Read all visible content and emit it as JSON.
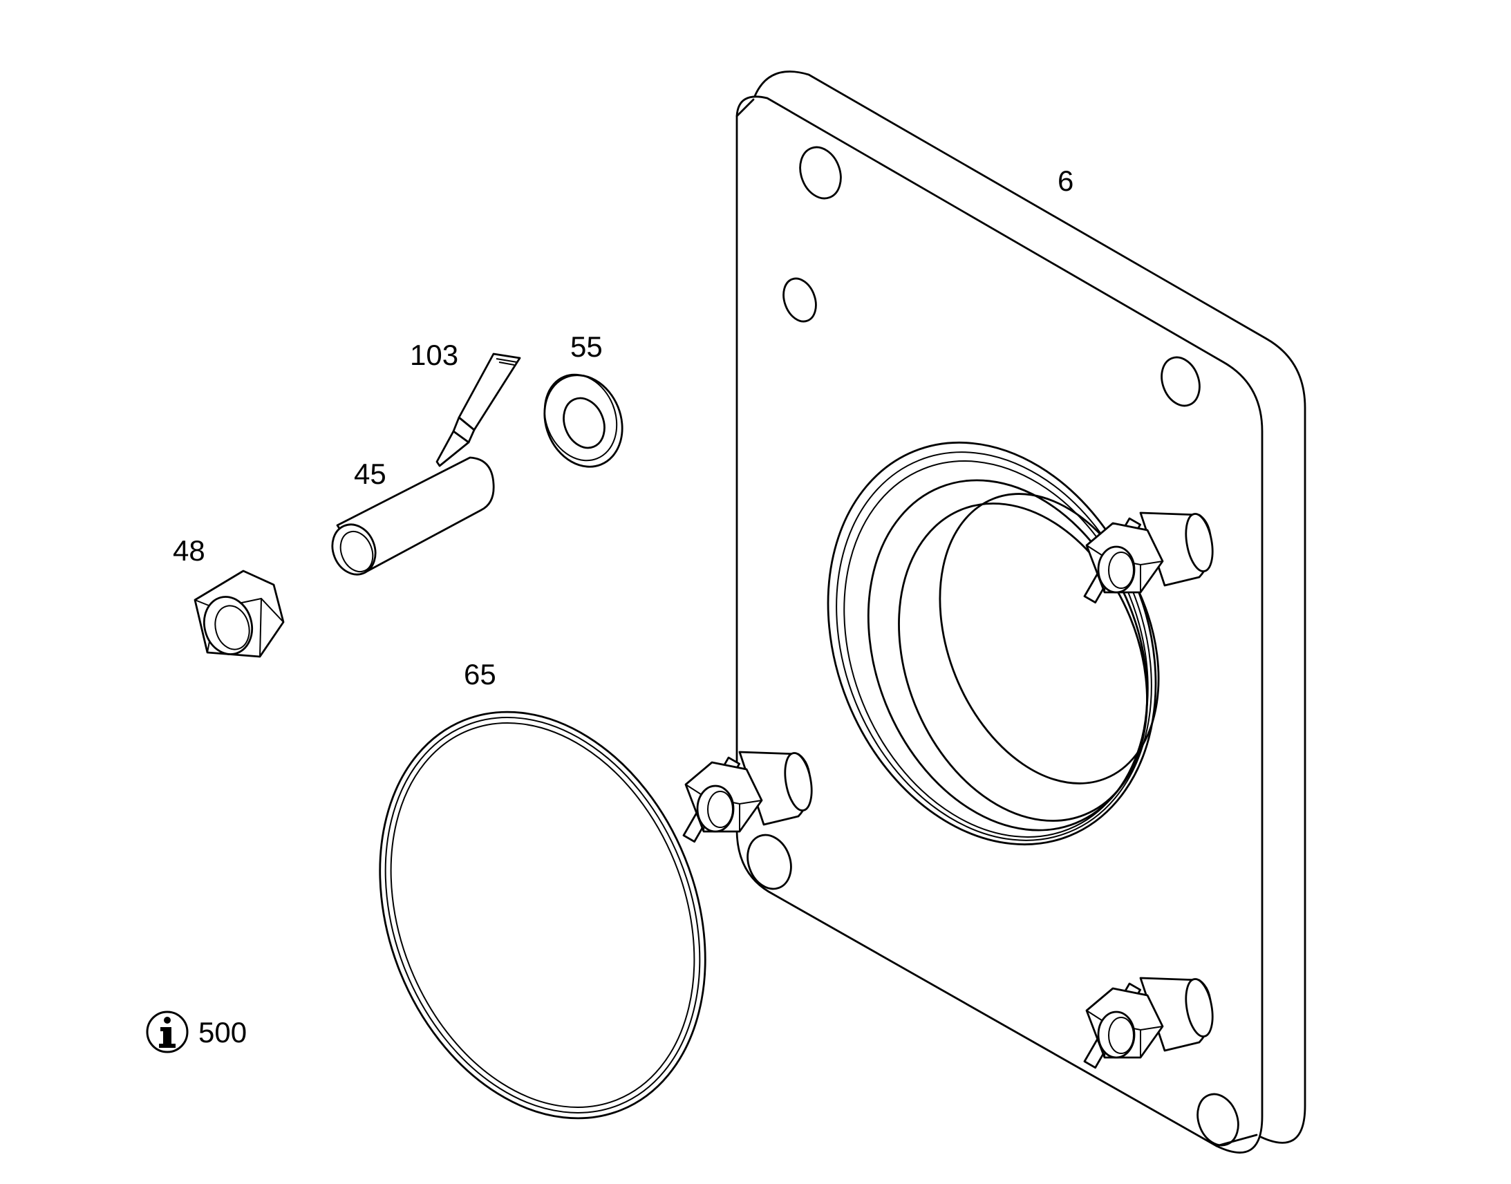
{
  "labels": {
    "plate": "6",
    "tube": "103",
    "washer": "55",
    "pin": "45",
    "nut": "48",
    "oring": "65"
  },
  "info": {
    "icon": "info-icon",
    "value": "500"
  }
}
